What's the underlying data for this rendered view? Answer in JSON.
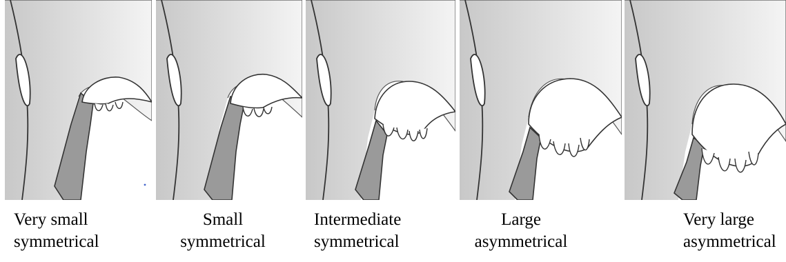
{
  "panels": [
    {
      "line1": "Very small",
      "line2": "symmetrical"
    },
    {
      "line1": "Small",
      "line2": "symmetrical"
    },
    {
      "line1": "Intermediate",
      "line2": "symmetrical"
    },
    {
      "line1": "Large",
      "line2": "asymmetrical"
    },
    {
      "line1": "Very large",
      "line2": "asymmetrical"
    }
  ]
}
